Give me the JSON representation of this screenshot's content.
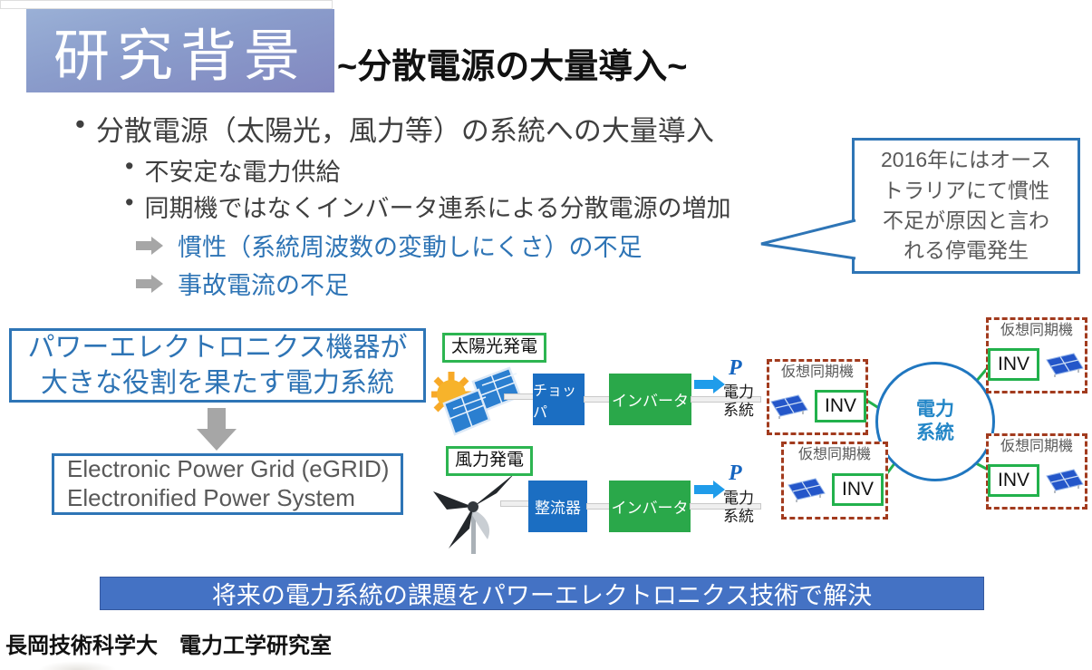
{
  "slide": {
    "title": "研究背景",
    "subtitle": "~分散電源の大量導入~"
  },
  "bullets": {
    "glyph": "•",
    "level1": "分散電源（太陽光，風力等）の系統への大量導入",
    "level2_1": "不安定な電力供給",
    "level2_2": "同期機ではなくインバータ連系による分散電源の増加"
  },
  "consequences": {
    "item1": "慣性（系統周波数の変動しにくさ）の不足",
    "item2": "事故電流の不足"
  },
  "callout": {
    "line1": "2016年にはオース",
    "line2": "トラリアにて慣性",
    "line3": "不足が原因と言わ",
    "line4": "れる停電発生"
  },
  "power_electronics_box": {
    "line1": "パワーエレクトロニクス機器が",
    "line2": "大きな役割を果たす電力系統"
  },
  "egrid_box": {
    "line1": "Electronic Power Grid (eGRID)",
    "line2": "Electronified Power System"
  },
  "solar_chain": {
    "source_label": "太陽光発電",
    "converter1": "チョッパ",
    "converter2": "インバータ",
    "power_symbol": "P",
    "grid_line1": "電力",
    "grid_line2": "系統"
  },
  "wind_chain": {
    "source_label": "風力発電",
    "converter1": "整流器",
    "converter2": "インバータ",
    "power_symbol": "P",
    "grid_line1": "電力",
    "grid_line2": "系統"
  },
  "vsm_diagram": {
    "grid_circle_line1": "電力",
    "grid_circle_line2": "系統",
    "vsm_label": "仮想同期機",
    "inv_label": "INV"
  },
  "banner": "将来の電力系統の課題をパワーエレクトロニクス技術で解決",
  "footer": "長岡技術科学大　電力工学研究室",
  "icons": {
    "sun": "sun-icon",
    "solar_panel": "solar-panel-icon",
    "wind_turbine": "wind-turbine-icon",
    "gray_right_arrow": "right-arrow-icon",
    "blue_right_arrow": "right-arrow-icon",
    "gray_down_arrow": "down-arrow-icon",
    "callout_tail": "speech-bubble-tail"
  },
  "colors": {
    "accent_blue": "#2e75b6",
    "text_blue": "#2e74b5",
    "converter_blue": "#1b6ec2",
    "inverter_green": "#2aa84a",
    "arrow_blue": "#1f9cea",
    "green_border": "#22b14c",
    "dashed_red": "#a23b1e",
    "banner_blue": "#4472c4",
    "gray": "#a6a6a6"
  }
}
